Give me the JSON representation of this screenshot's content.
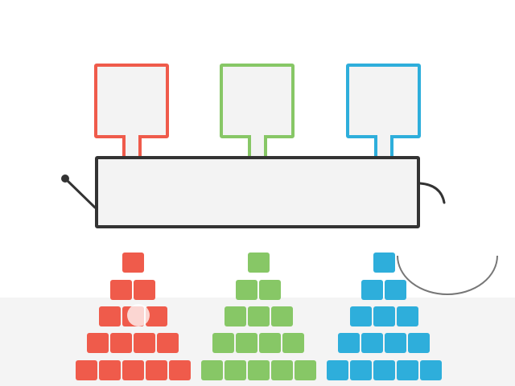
{
  "colors": {
    "red": "#ef5b4b",
    "green": "#87c766",
    "blue": "#2eaedb",
    "outline": "#333333",
    "machine_fill": "#f3f3f3",
    "floor": "#f4f4f4"
  },
  "bins": [
    {
      "id": "red",
      "color": "#ef5b4b"
    },
    {
      "id": "green",
      "color": "#87c766"
    },
    {
      "id": "blue",
      "color": "#2eaedb"
    }
  ],
  "pyramids": [
    {
      "id": "red",
      "color": "#ef5b4b",
      "rows": [
        1,
        2,
        3,
        4,
        5
      ]
    },
    {
      "id": "green",
      "color": "#87c766",
      "rows": [
        1,
        2,
        3,
        4,
        5
      ]
    },
    {
      "id": "blue",
      "color": "#2eaedb",
      "rows": [
        1,
        2,
        3,
        4,
        5
      ]
    }
  ],
  "icons": {
    "lever": "lever-icon",
    "crank": "crank-icon",
    "cursor": "cursor-icon"
  }
}
